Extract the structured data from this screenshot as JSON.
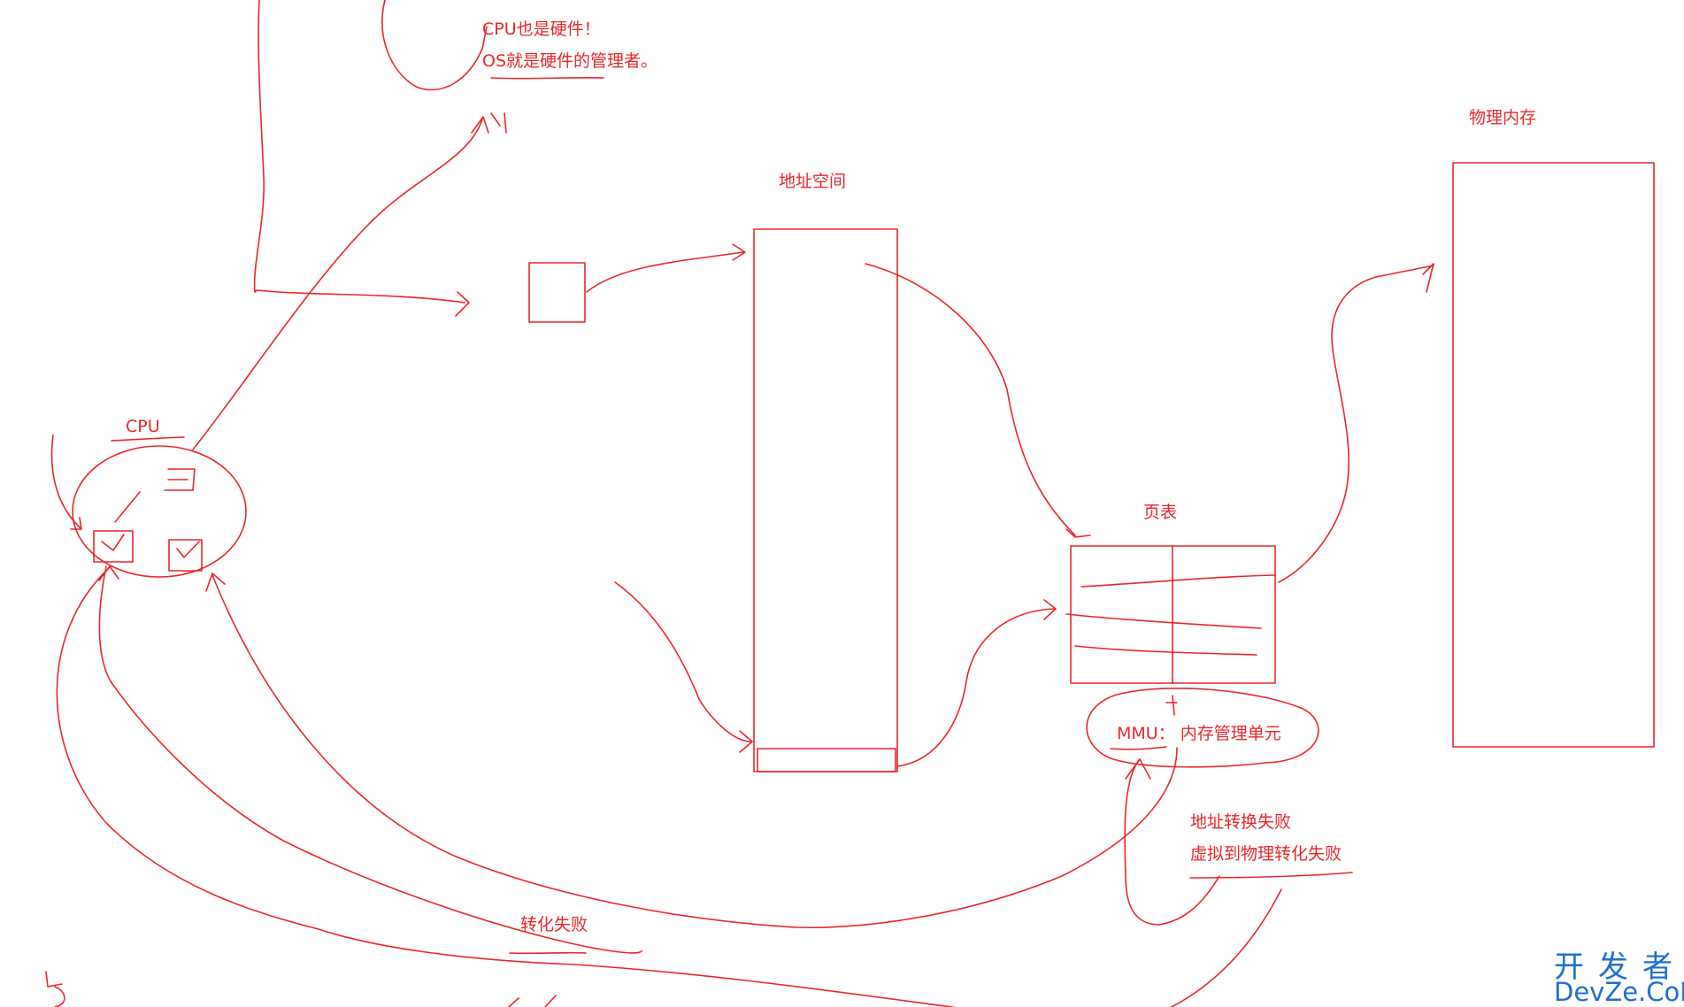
{
  "labels": {
    "cpu_note_line1": "CPU也是硬件！",
    "cpu_note_line2": "OS就是硬件的管理者。",
    "address_space": "地址空间",
    "physical_memory": "物理内存",
    "cpu": "CPU",
    "page_table": "页表",
    "mmu": "MMU：  内存管理单元",
    "fail_line1": "地址转换失败",
    "fail_line2": "虚拟到物理转化失败",
    "convert_fail": "转化失败"
  },
  "watermark": {
    "chinese": "开发者",
    "english": "DevZe.CoM"
  },
  "colors": {
    "ink": "#e8272b",
    "watermark": "#1f6fd1",
    "background": "#ffffff"
  }
}
